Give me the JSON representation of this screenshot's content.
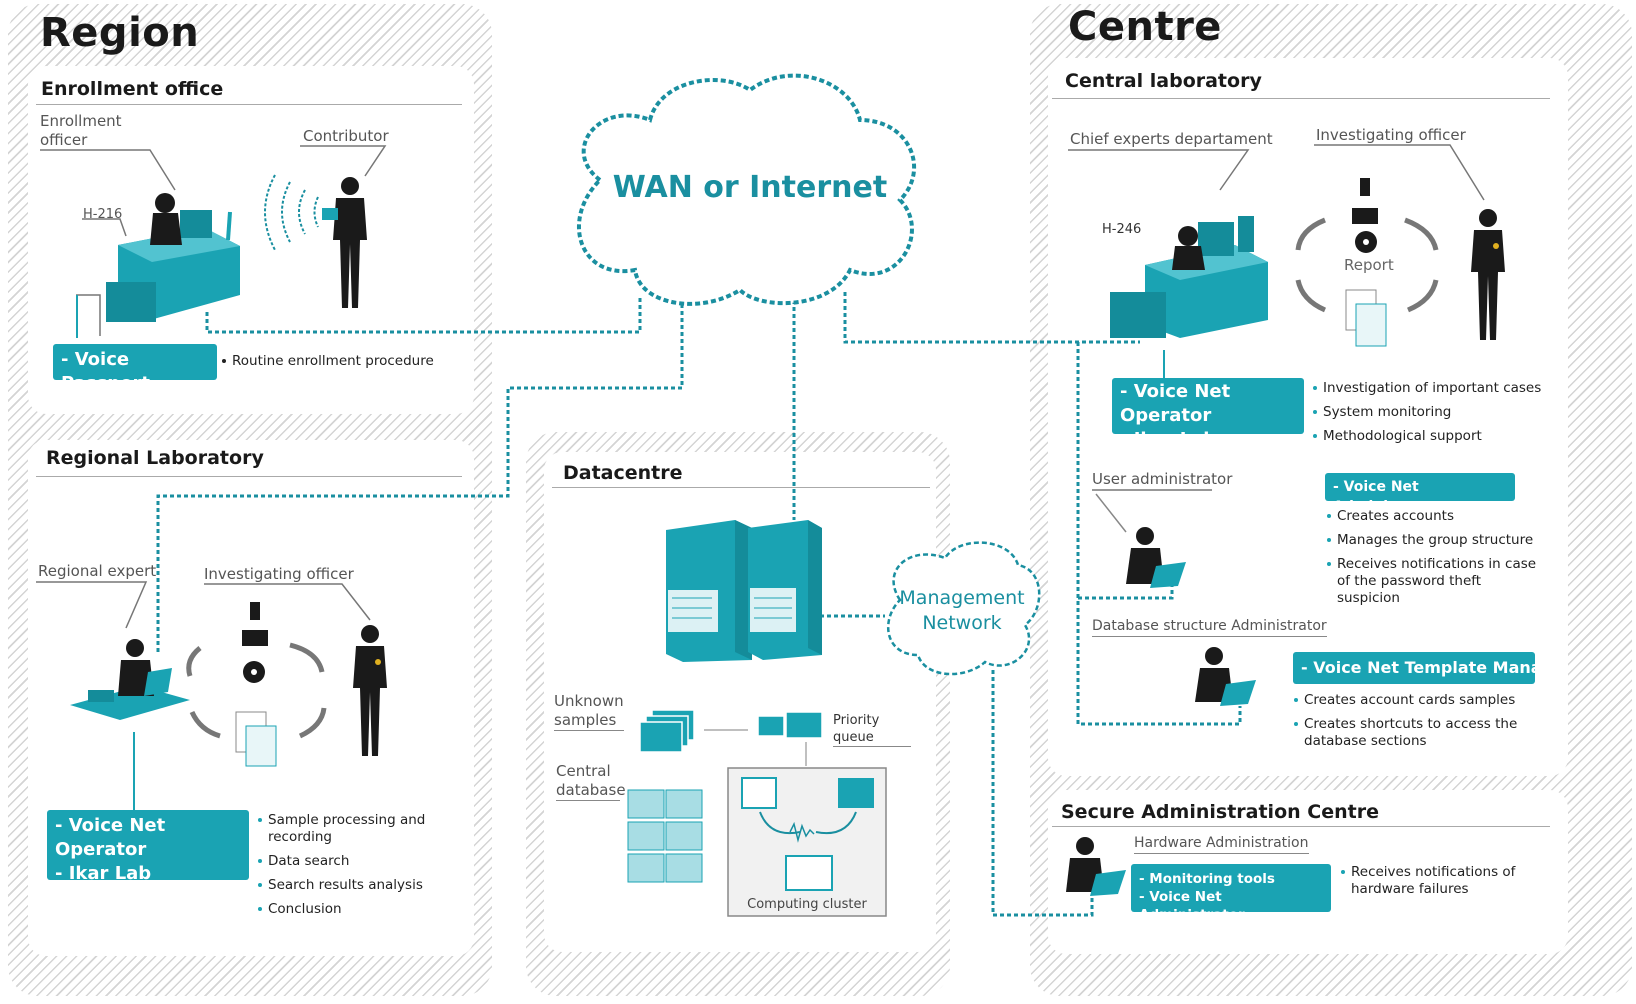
{
  "region": {
    "title": "Region",
    "enrollment": {
      "title": "Enrollment office",
      "enrollment_officer": "Enrollment officer",
      "contributor": "Contributor",
      "station_id": "H-216",
      "badge": "- Voice Passport",
      "bullets": [
        "Routine enrollment procedure"
      ]
    },
    "regional_lab": {
      "title": "Regional Laboratory",
      "regional_expert": "Regional expert",
      "investigating_officer": "Investigating officer",
      "badge_line1": "- Voice Net Operator",
      "badge_line2": "- Ikar Lab",
      "bullets": [
        "Sample processing and recording",
        "Data search",
        "Search results analysis",
        "Conclusion"
      ]
    }
  },
  "cloud": {
    "label": "WAN or Internet"
  },
  "datacentre": {
    "title": "Datacentre",
    "unknown_samples": "Unknown samples",
    "priority_queue": "Priority queue",
    "central_database": "Central database",
    "computing_cluster": "Computing cluster",
    "management_network_line1": "Management",
    "management_network_line2": "Network"
  },
  "centre": {
    "title": "Centre",
    "central_lab": {
      "title": "Central laboratory",
      "chief_experts": "Chief experts departament",
      "investigating_officer": "Investigating officer",
      "station_id": "H-246",
      "report": "Report",
      "badge_line1": "- Voice Net Operator",
      "badge_line2": "- Ikar Lab",
      "bullets": [
        "Investigation of important cases",
        "System monitoring",
        "Methodological support"
      ],
      "user_admin": "User administrator",
      "admin_badge": "- Voice Net Administrator",
      "admin_bullets": [
        "Creates accounts",
        "Manages the group structure",
        "Receives notifications in case of the password theft suspicion"
      ],
      "db_admin": "Database structure Administrator",
      "template_badge": "- Voice Net Template Manager",
      "template_bullets": [
        "Creates account cards samples",
        "Creates shortcuts to access the database sections"
      ]
    },
    "secure": {
      "title": "Secure Administration Centre",
      "hardware_admin": "Hardware Administration",
      "badge_line1": "- Monitoring tools",
      "badge_line2": "- Voice Net Administrator",
      "bullets": [
        "Receives notifications of hardware failures"
      ]
    }
  },
  "colors": {
    "accent": "#1aa3b3",
    "dark": "#1a1a1a",
    "hatch": "#d4d4d4"
  },
  "icons": [
    "desk-workstation-icon",
    "person-icon",
    "tablet-icon",
    "laptop-icon",
    "server-rack-icon",
    "document-icon",
    "cd-icon",
    "cassette-icon",
    "phone-icon",
    "cloud-icon"
  ]
}
